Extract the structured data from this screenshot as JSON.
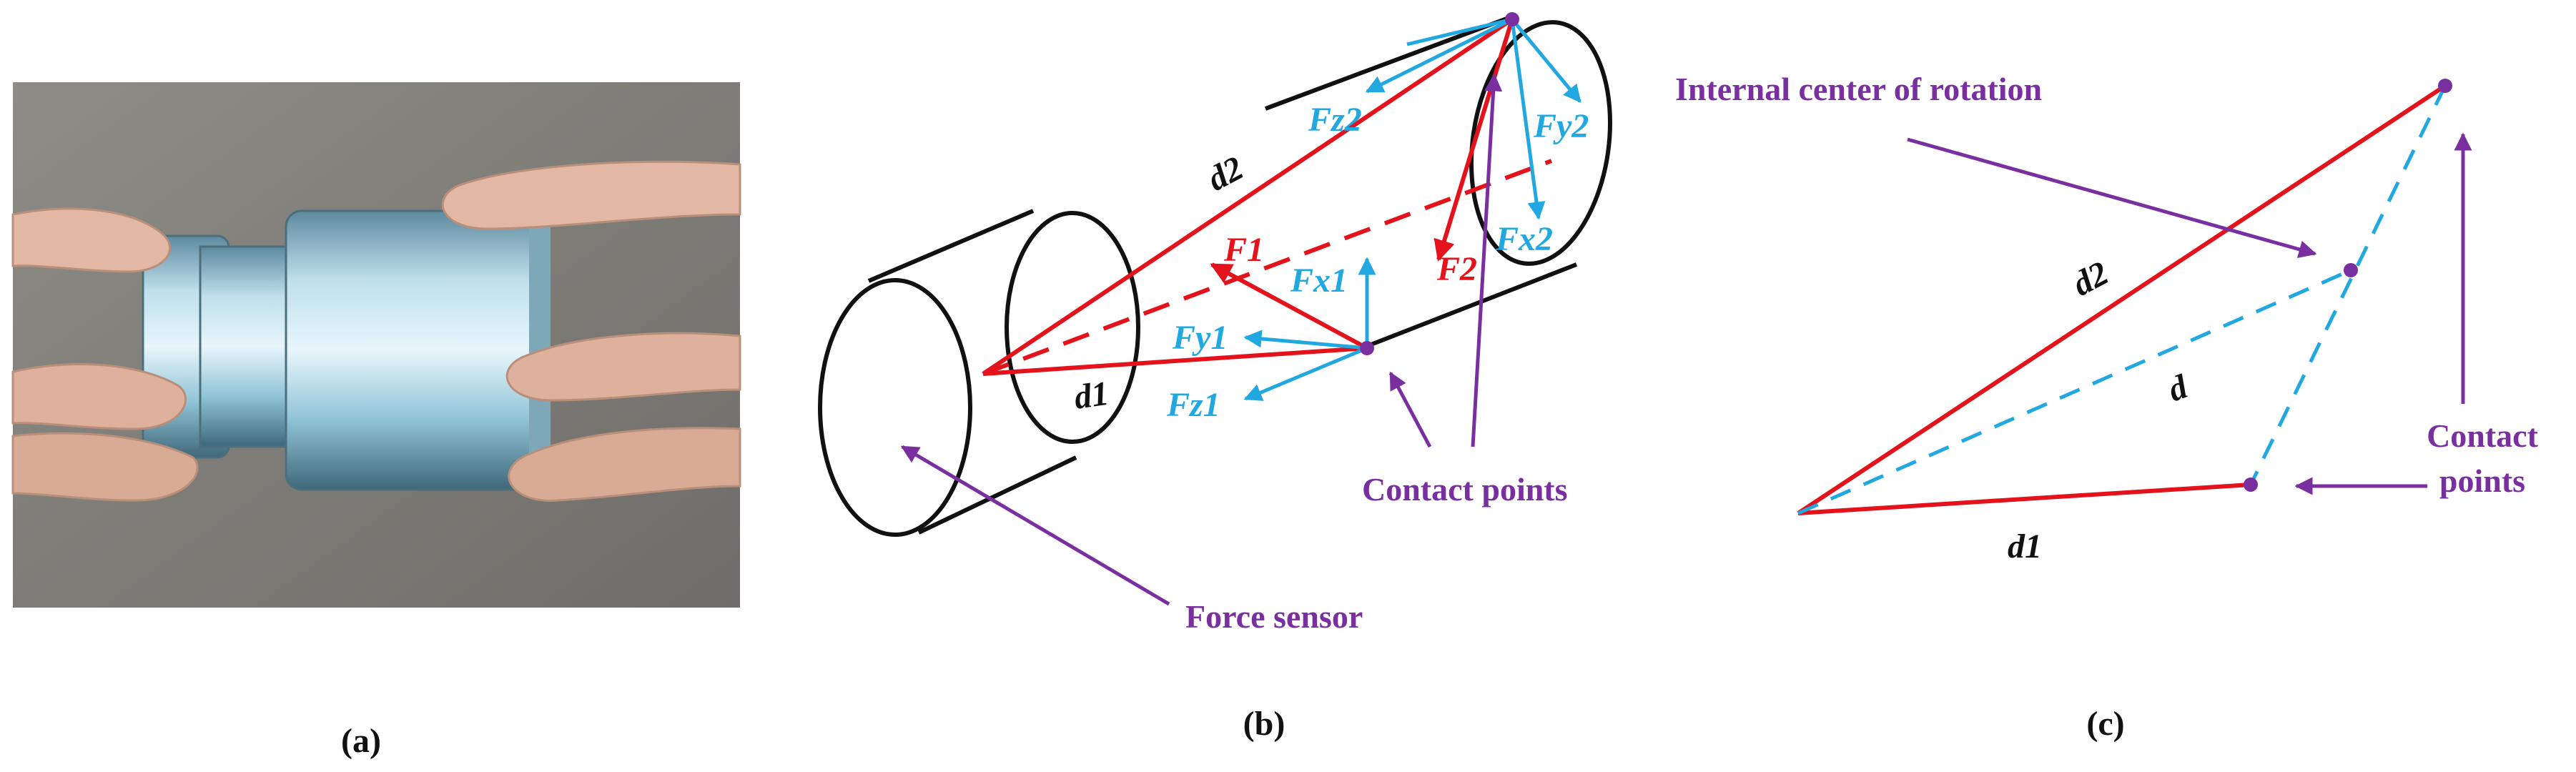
{
  "colors": {
    "red": "#e3121b",
    "blue": "#21a8e0",
    "purple": "#7a2fa1",
    "black": "#111111"
  },
  "panel_a": {
    "caption": "(a)",
    "photo": "hands holding a machined aluminum cylindrical peg"
  },
  "panel_b": {
    "caption": "(b)",
    "labels": {
      "d1": "d1",
      "d2": "d2",
      "F1": "F1",
      "F2": "F2",
      "Fx1": "Fx1",
      "Fy1": "Fy1",
      "Fz1": "Fz1",
      "Fx2": "Fx2",
      "Fy2": "Fy2",
      "Fz2": "Fz2",
      "contact_points": "Contact points",
      "force_sensor": "Force sensor"
    }
  },
  "panel_c": {
    "caption": "(c)",
    "labels": {
      "internal_center": "Internal center of rotation",
      "d2": "d2",
      "d": "d",
      "d1": "d1",
      "contact_line1": "Contact",
      "contact_line2": "points"
    }
  }
}
